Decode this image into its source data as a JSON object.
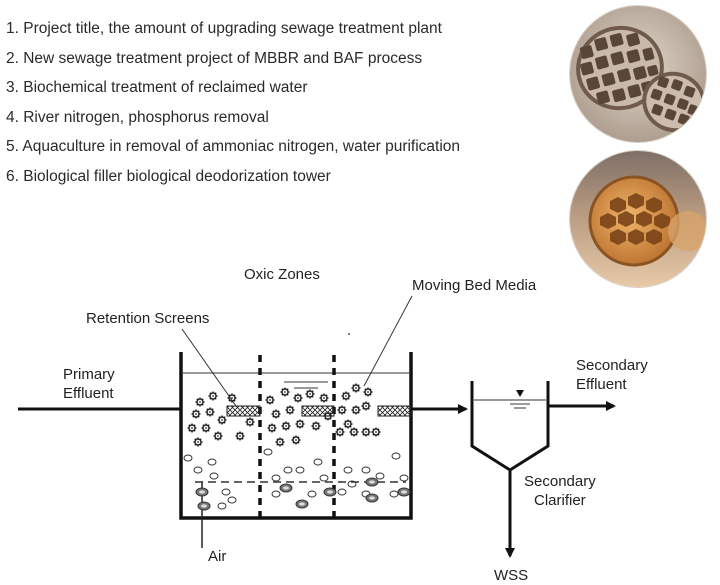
{
  "applications": [
    "1. Project title, the amount of upgrading sewage treatment plant",
    "2. New sewage treatment project of MBBR and BAF process",
    "3. Biochemical treatment of reclaimed water",
    "4. River nitrogen, phosphorus removal",
    "5. Aquaculture in removal of ammoniac nitrogen, water purification",
    "6. Biological filler biological deodorization tower"
  ],
  "diagram": {
    "oxic_zones": "Oxic Zones",
    "moving_bed_media": "Moving Bed Media",
    "retention_screens": "Retention Screens",
    "primary_effluent": [
      "Primary",
      "Effluent"
    ],
    "secondary_effluent": [
      "Secondary",
      "Effluent"
    ],
    "secondary_clarifier": [
      "Secondary",
      "Clarifier"
    ],
    "air": "Air",
    "wss": "WSS"
  },
  "photos": [
    {
      "subject": "carrier media photo (lattice discs)",
      "color": "#b8a48e"
    },
    {
      "subject": "carrier media photo (honeycomb disc)",
      "color": "#d9a05a"
    }
  ]
}
